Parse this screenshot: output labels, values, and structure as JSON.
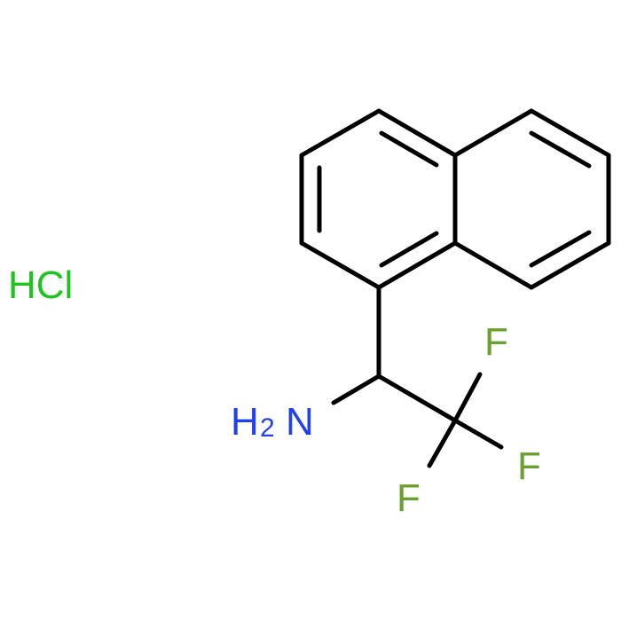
{
  "molecule": {
    "atoms": {
      "fluorine_top": {
        "symbol": "F",
        "color": "#6aa12e"
      },
      "fluorine_right": {
        "symbol": "F",
        "color": "#6aa12e"
      },
      "fluorine_left": {
        "symbol": "F",
        "color": "#6aa12e"
      },
      "amine": {
        "symbol": "H",
        "subscript": "2",
        "suffix": "N",
        "color": "#2140ee"
      }
    },
    "salt": {
      "symbol": "HCl",
      "color": "#1dc41d"
    }
  }
}
